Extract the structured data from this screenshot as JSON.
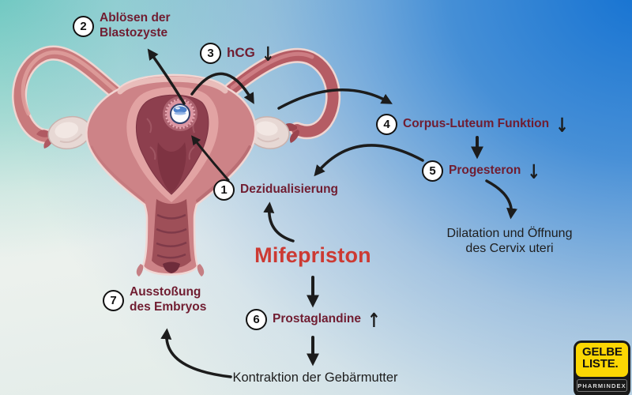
{
  "diagram": {
    "title": "Mifepriston",
    "steps": [
      {
        "num": "1",
        "label": "Dezidualisierung",
        "suffix": ""
      },
      {
        "num": "2",
        "label": "Ablösen der\nBlastozyste",
        "suffix": ""
      },
      {
        "num": "3",
        "label": "hCG",
        "suffix": "↓"
      },
      {
        "num": "4",
        "label": "Corpus-Luteum Funktion",
        "suffix": "↓"
      },
      {
        "num": "5",
        "label": "Progesteron",
        "suffix": "↓"
      },
      {
        "num": "6",
        "label": "Prostaglandine",
        "suffix": "↑"
      },
      {
        "num": "7",
        "label": "Ausstoßung\ndes Embryos",
        "suffix": ""
      }
    ],
    "notes": {
      "cervix": "Dilatation und Öffnung\ndes Cervix uteri",
      "contraction": "Kontraktion der Gebärmutter"
    },
    "illustration": "uterus with implanted blastocyst"
  },
  "logo": {
    "line1": "GELBE",
    "line2": "LISTE.",
    "subtitle": "PHARMINDEX"
  },
  "colors": {
    "step_label": "#701d31",
    "title_red": "#cc3a33",
    "note_text": "#1e1e1e",
    "arrow_black": "#1c1c1c",
    "background_teal": "#62c4bd",
    "background_blue": "#1472d2",
    "logo_yellow": "#fcd703",
    "logo_black": "#191919"
  }
}
